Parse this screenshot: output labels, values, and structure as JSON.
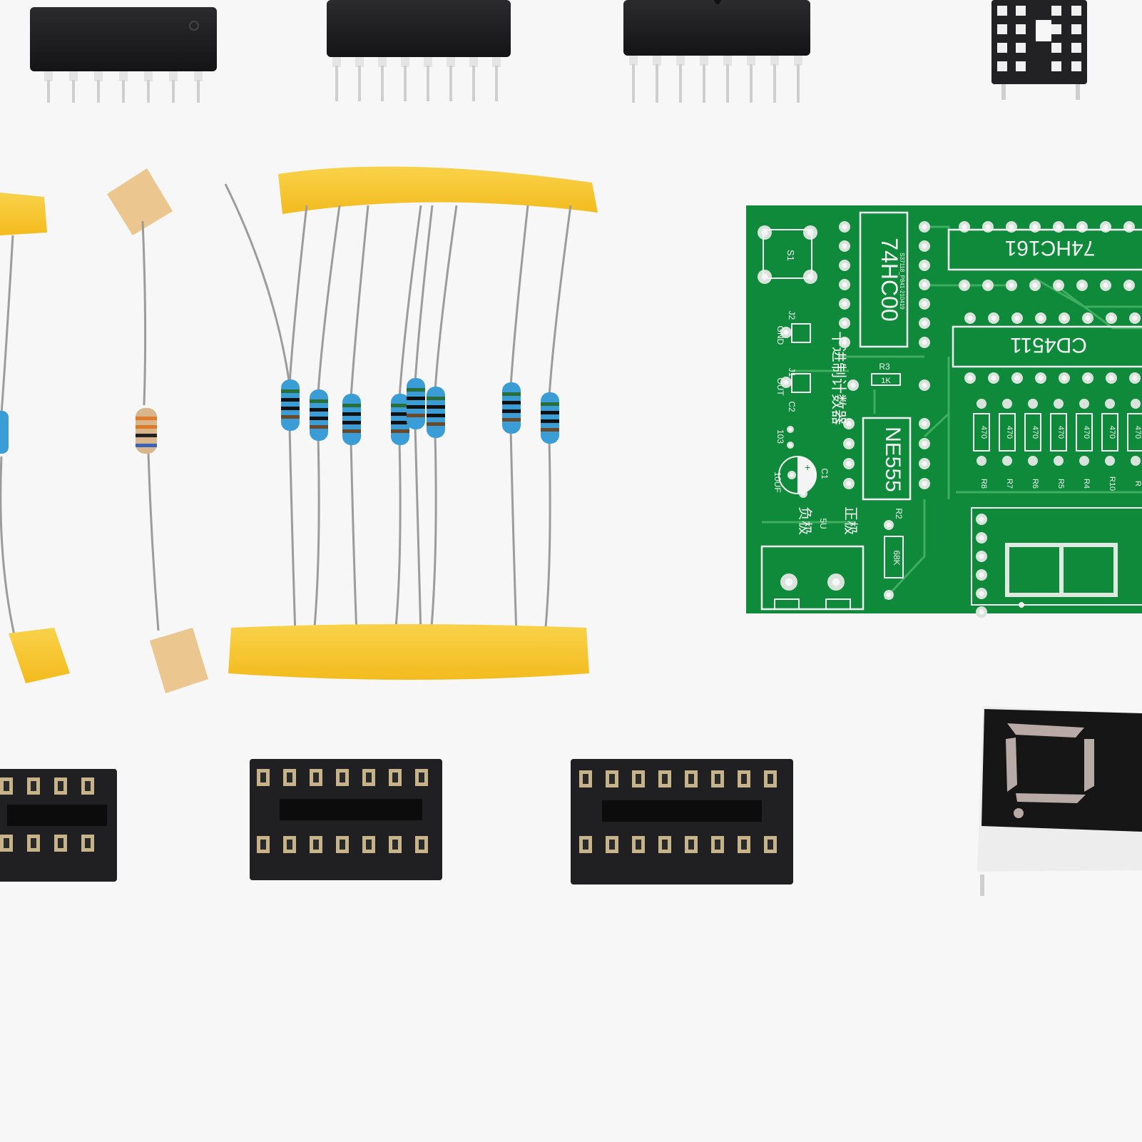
{
  "colors": {
    "background": "#f7f7f7",
    "ic_body": "#1c1c1e",
    "ic_pin": "#d9d9d9",
    "pcb": "#0e8a3a",
    "pcb_trace": "#3fae5e",
    "silkscreen": "#f4f4f4",
    "tape": "#f7c82e",
    "resistor_blue": "#3a9dd6",
    "resistor_beige": "#d8b58a",
    "socket": "#202022",
    "socket_contact": "#c7b38a",
    "display_segment": "#b8aaa6"
  },
  "pcb": {
    "chip_74hc00": "74HC00",
    "chip_74hc00_code": "S37118_P841-210419",
    "chip_74hc161": "74HC161",
    "chip_cd4511": "CD4511",
    "chip_ne555": "NE555",
    "title_cn": "十进制计数器",
    "label_s1": "S1",
    "label_j2": "J2",
    "label_gnd": "GND",
    "label_j1": "J1",
    "label_out": "OUT",
    "label_c2": "C2",
    "label_103": "103",
    "label_c1": "C1",
    "label_10uf": "10UF",
    "label_plus": "+",
    "label_r3": "R3",
    "label_1k": "1K",
    "label_r2": "R2",
    "label_68k": "68K",
    "label_5v": "5U",
    "label_positive": "正极",
    "label_negative": "负极",
    "resistor_value": "470",
    "resistor_names": [
      "R8",
      "R7",
      "R6",
      "R5",
      "R4",
      "R10",
      "R"
    ]
  }
}
